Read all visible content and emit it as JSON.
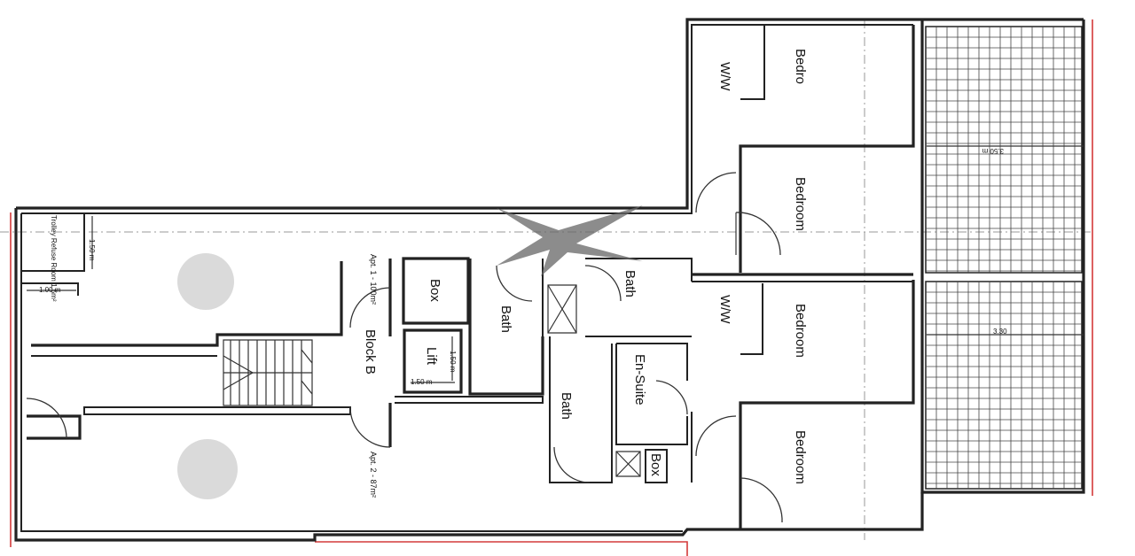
{
  "rooms": {
    "ww_top": "W/W",
    "bedroom_top_cut": "Bedro",
    "bedroom_2": "Bedroom",
    "ww_mid": "W/W",
    "bedroom_3": "Bedroom",
    "bedroom_4": "Bedroom",
    "box_left": "Box",
    "bath_left": "Bath",
    "bath_top_cut": "Bath",
    "bath_lower": "Bath",
    "en_suite": "En-Suite",
    "box_small": "Box",
    "lift": "Lift",
    "block": "Block B",
    "refuse_room": "Trolley Refuse Room 1.5m²"
  },
  "annotations": {
    "apt1": "Apt. 1 - 100m²",
    "apt2": "Apt. 2 - 87m²",
    "lift_dim_v": "1.50 m",
    "lift_dim_h": "1.50 m",
    "refuse_dim_v": "1.50 m",
    "refuse_dim_h": "1.00 m",
    "terrace_dim_top": "3.50 m",
    "terrace_dim_mid": "3.30"
  },
  "colors": {
    "wall": "#222222",
    "boundary": "#d43a3a",
    "grid": "#444444"
  }
}
